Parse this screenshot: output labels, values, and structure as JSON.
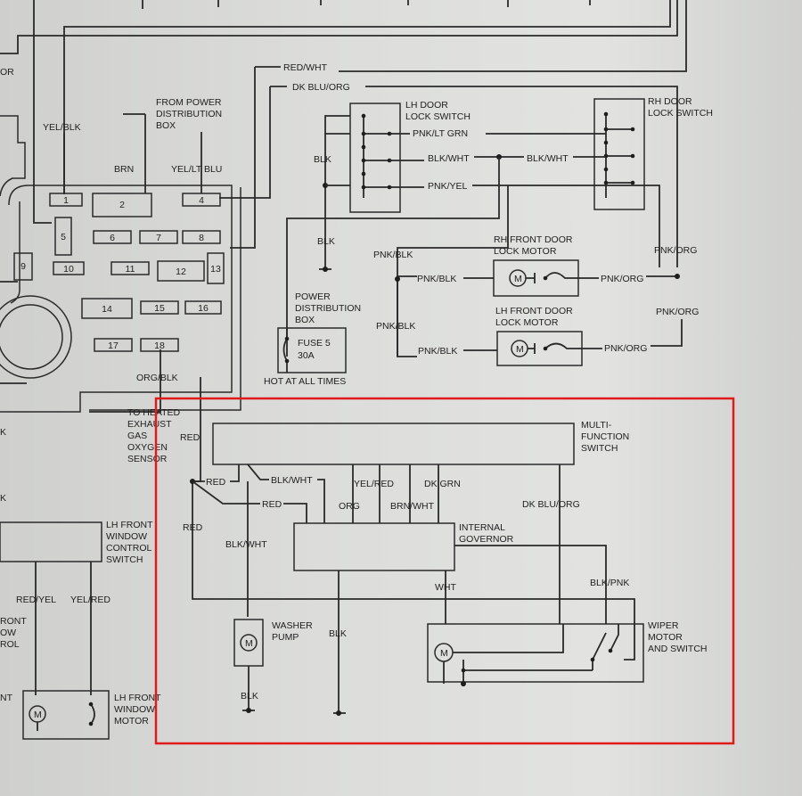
{
  "labels": {
    "or_frag": "OR",
    "yel_blk": "YEL/BLK",
    "from_pdb_1": "FROM POWER",
    "from_pdb_2": "DISTRIBUTION",
    "from_pdb_3": "BOX",
    "brn": "BRN",
    "yel_lt_blu": "YEL/LT BLU",
    "red_wht": "RED/WHT",
    "dk_blu_org_top": "DK BLU/ORG",
    "lh_door_1": "LH DOOR",
    "lh_door_2": "LOCK SWITCH",
    "rh_door_1": "RH DOOR",
    "rh_door_2": "LOCK SWITCH",
    "pnk_lt_grn": "PNK/LT GRN",
    "blk_wht_a": "BLK/WHT",
    "blk_wht_b": "BLK/WHT",
    "pnk_yel": "PNK/YEL",
    "blk_a": "BLK",
    "blk_b": "BLK",
    "pnk_blk_a": "PNK/BLK",
    "pnk_blk_b": "PNK/BLK",
    "pnk_blk_c": "PNK/BLK",
    "pnk_blk_d": "PNK/BLK",
    "rh_motor_1": "RH FRONT DOOR",
    "rh_motor_2": "LOCK MOTOR",
    "lh_motor_1": "LH FRONT DOOR",
    "lh_motor_2": "LOCK MOTOR",
    "pnk_org_a": "PNK/ORG",
    "pnk_org_b": "PNK/ORG",
    "pnk_org_c": "PNK/ORG",
    "pnk_org_d": "PNK/ORG",
    "pdb_1": "POWER",
    "pdb_2": "DISTRIBUTION",
    "pdb_3": "BOX",
    "fuse_1": "FUSE 5",
    "fuse_2": "30A",
    "hot": "HOT AT ALL TIMES",
    "org_blk": "ORG/BLK",
    "heated_1": "TO HEATED",
    "heated_2": "EXHAUST",
    "heated_3": "GAS",
    "heated_4": "OXYGEN",
    "heated_5": "SENSOR",
    "red_a": "RED",
    "red_b": "RED",
    "red_c": "RED",
    "red_d": "RED",
    "mfs_1": "MULTI-",
    "mfs_2": "FUNCTION",
    "mfs_3": "SWITCH",
    "blk_wht_c": "BLK/WHT",
    "blk_wht_d": "BLK/WHT",
    "yel_red_a": "YEL/RED",
    "dk_grn": "DK GRN",
    "org": "ORG",
    "brn_wht": "BRN/WHT",
    "dk_blu_org_b": "DK BLU/ORG",
    "gov_1": "INTERNAL",
    "gov_2": "GOVERNOR",
    "wht": "WHT",
    "blk_pnk": "BLK/PNK",
    "washer_1": "WASHER",
    "washer_2": "PUMP",
    "blk_c": "BLK",
    "blk_d": "BLK",
    "wiper_1": "WIPER",
    "wiper_2": "MOTOR",
    "wiper_3": "AND SWITCH",
    "lhwin_1": "LH FRONT",
    "lhwin_2": "WINDOW",
    "lhwin_3": "CONTROL",
    "lhwin_4": "SWITCH",
    "red_yel": "RED/YEL",
    "yel_red_b": "YEL/RED",
    "front_frag_1": "RONT",
    "front_frag_2": "OW",
    "front_frag_3": "ROL",
    "nt_frag": "NT",
    "lhwm_1": "LH FRONT",
    "lhwm_2": "WINDOW",
    "lhwm_3": "MOTOR",
    "k_frag_a": "K",
    "k_frag_b": "K"
  },
  "fuses": [
    "1",
    "2",
    "4",
    "5",
    "6",
    "7",
    "8",
    "9",
    "10",
    "11",
    "12",
    "13",
    "14",
    "15",
    "16",
    "17",
    "18"
  ],
  "motor_glyph": "M",
  "colors": {
    "highlight": "#e01b1b",
    "ink": "#2a2a2a"
  }
}
